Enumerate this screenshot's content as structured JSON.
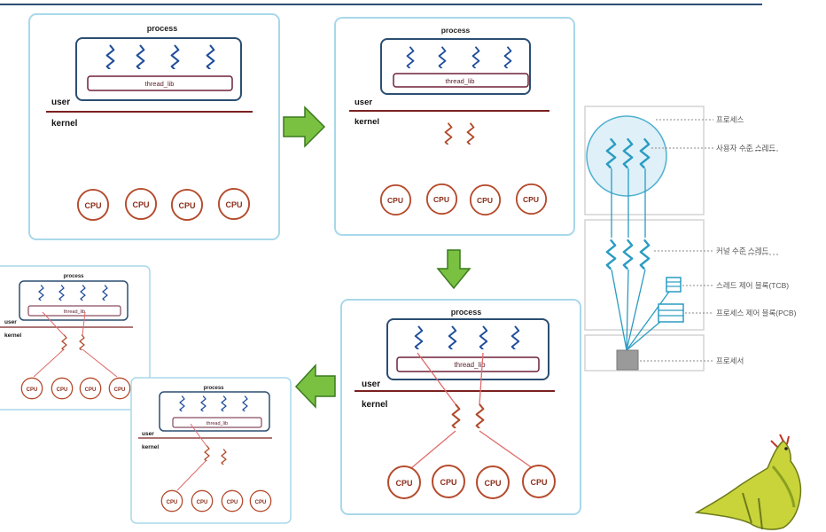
{
  "colors": {
    "panel_border": "#A8D8EA",
    "process_border": "#2B4E72",
    "user_thread": "#1F4E9A",
    "kernel_thread": "#B04A2A",
    "cpu_ring": "#B54A2C",
    "separator": "#7B2020",
    "thread_lib": "#6E2138",
    "arrow_fill": "#7AC142",
    "arrow_stroke": "#3A7A1E",
    "mapping_line": "#E06A6A"
  },
  "diagram": {
    "process_label": "process",
    "thread_lib_label": "thread_lib",
    "user_label": "user",
    "kernel_label": "kernel",
    "cpu_label": "CPU"
  },
  "side_figure": {
    "labels": {
      "process": "프로세스",
      "user_thread": "사용자 수준 스레드",
      "kernel_thread": "커널 수준 스레드",
      "tcb": "스레드 제어 블록(TCB)",
      "pcb": "프로세스 제어 블록(PCB)",
      "processor": "프로세서"
    }
  },
  "decor": {
    "mascot": "dinosaur-mascot"
  }
}
